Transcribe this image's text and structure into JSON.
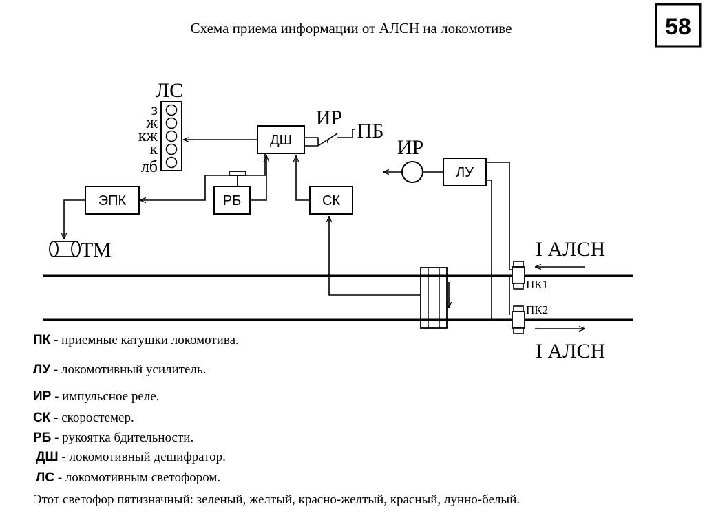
{
  "title": "Схема приема информации от АЛСН на локомотиве",
  "page_number": "58",
  "diagram": {
    "signal_label": "ЛС",
    "signal_aspects": [
      "З",
      "Ж",
      "КЖ",
      "К",
      "ЛБ"
    ],
    "blocks": {
      "dsh": "ДШ",
      "epk": "ЭПК",
      "rb": "РБ",
      "sk": "СК",
      "lu": "ЛУ"
    },
    "labels": {
      "ir_top": "ИР",
      "pb": "ПБ",
      "ir_right": "ИР",
      "tm": "ТМ",
      "alsn_top": "I АЛСН",
      "alsn_bottom": "I АЛСН",
      "pk1": "ПК1",
      "pk2": "ПК2"
    }
  },
  "legend": [
    {
      "abbr": "ПК",
      "text": " - приемные катушки  локомотива."
    },
    {
      "abbr": "ЛУ",
      "text": " - локомотивный усилитель."
    },
    {
      "abbr": "ИР",
      "text": " - импульсное реле."
    },
    {
      "abbr": "СК",
      "text": " - скоростемер."
    },
    {
      "abbr": "РБ",
      "text": " - рукоятка бдительности."
    },
    {
      "abbr": "ДШ",
      "text": " - локомотивный дешифратор."
    },
    {
      "abbr": "ЛС",
      "text": " - локомотивным светофором."
    }
  ],
  "footer": "Этот светофор пятизначный: зеленый, желтый, красно-желтый, красный, лунно-белый."
}
